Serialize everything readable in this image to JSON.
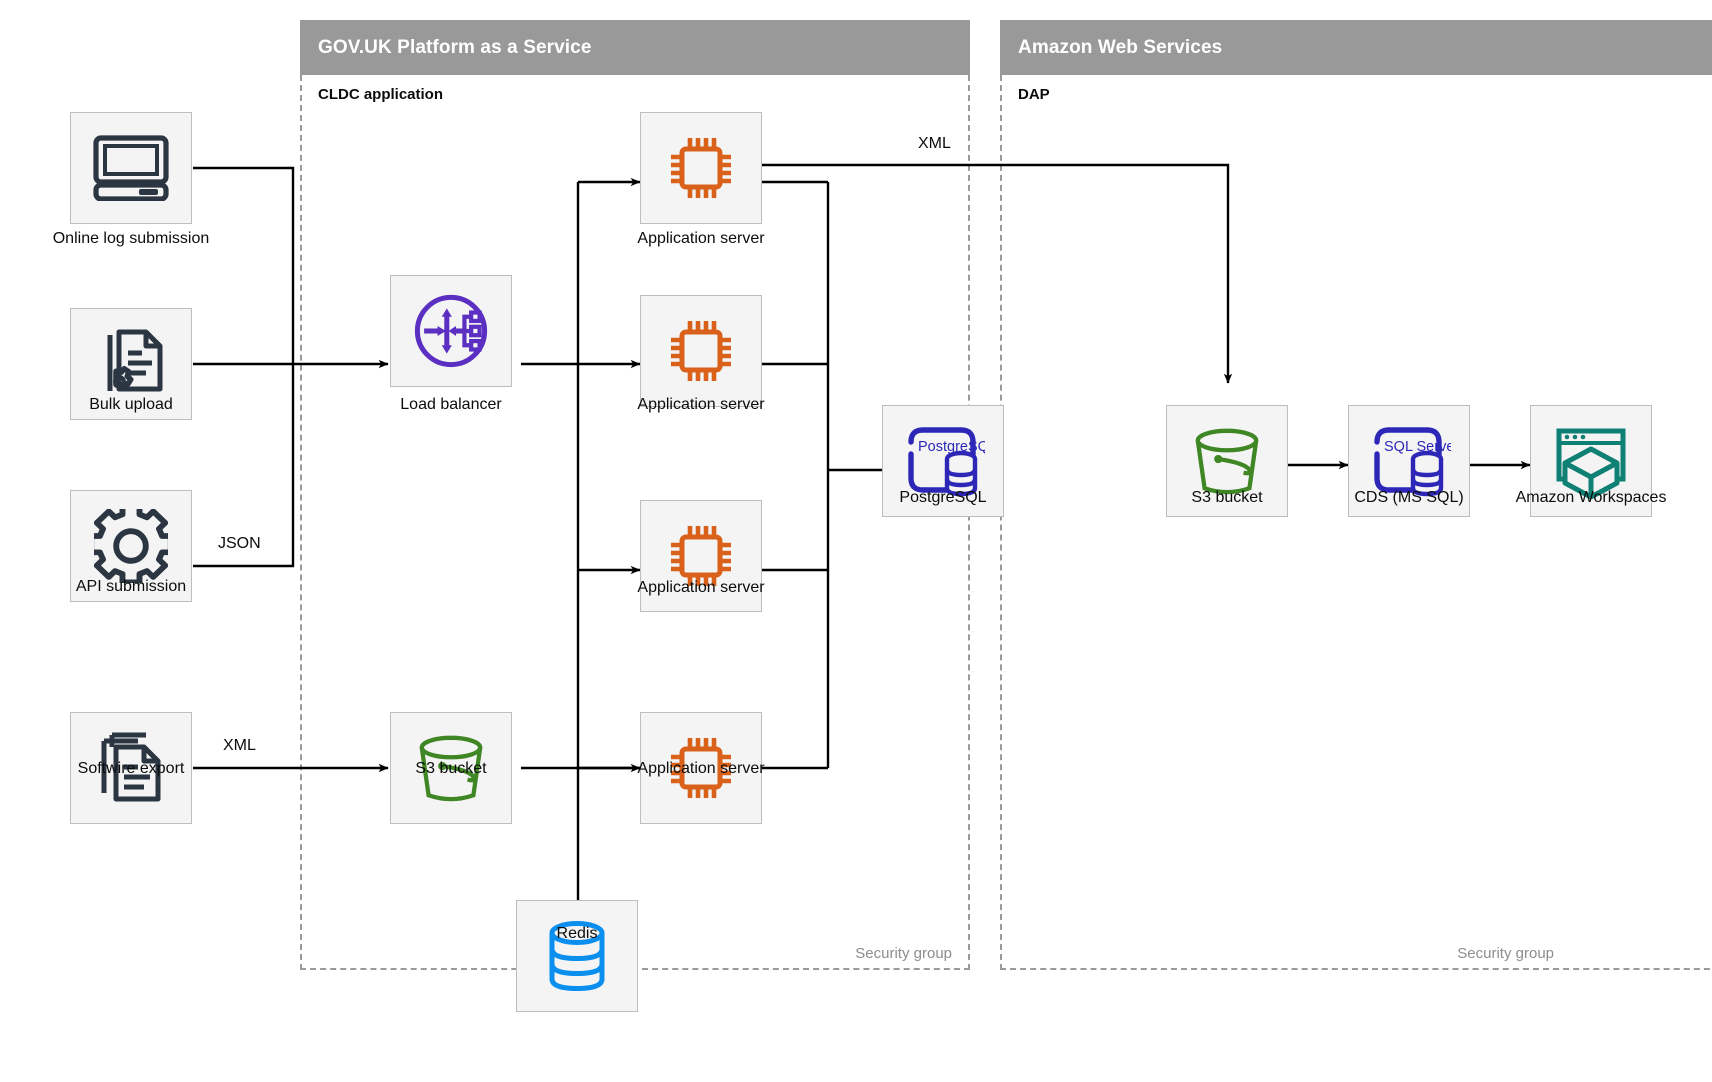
{
  "groups": [
    {
      "id": "paas",
      "title": "GOV.UK Platform as a Service",
      "sublabel": "CLDC application",
      "footlabel": "Security group"
    },
    {
      "id": "aws",
      "title": "Amazon Web Services",
      "sublabel": "DAP",
      "footlabel": "Security group"
    }
  ],
  "nodes": [
    {
      "id": "online-log-submission",
      "label": "Online log submission",
      "icon": "desktop-computer-icon",
      "color": "#2b3642"
    },
    {
      "id": "bulk-upload",
      "label": "Bulk upload",
      "icon": "document-gear-icon",
      "color": "#2b3642"
    },
    {
      "id": "api-submission",
      "label": "API submission",
      "icon": "gear-icon",
      "color": "#2b3642"
    },
    {
      "id": "softwire-export",
      "label": "Softwire export",
      "icon": "document-stack-icon",
      "color": "#2b3642"
    },
    {
      "id": "load-balancer",
      "label": "Load balancer",
      "icon": "load-balancer-icon",
      "color": "#5b2fc2"
    },
    {
      "id": "s3-bucket-paas",
      "label": "S3 bucket",
      "icon": "bucket-icon",
      "color": "#3f8624"
    },
    {
      "id": "redis",
      "label": "Redis",
      "icon": "database-icon",
      "color": "#0b8fee"
    },
    {
      "id": "app-server-1",
      "label": "Application server",
      "icon": "cpu-chip-icon",
      "color": "#d9611a"
    },
    {
      "id": "app-server-2",
      "label": "Application server",
      "icon": "cpu-chip-icon",
      "color": "#d9611a"
    },
    {
      "id": "app-server-3",
      "label": "Application server",
      "icon": "cpu-chip-icon",
      "color": "#d9611a"
    },
    {
      "id": "app-server-4",
      "label": "Application server",
      "icon": "cpu-chip-icon",
      "color": "#d9611a"
    },
    {
      "id": "postgresql",
      "label": "PostgreSQL",
      "icon": "postgresql-icon",
      "color": "#2d27b8",
      "badge": "PostgreSQL"
    },
    {
      "id": "s3-bucket-aws",
      "label": "S3 bucket",
      "icon": "bucket-icon",
      "color": "#3f8624"
    },
    {
      "id": "cds-ms-sql",
      "label": "CDS (MS SQL)",
      "icon": "sql-server-icon",
      "color": "#2d27b8",
      "badge": "SQL Server"
    },
    {
      "id": "amazon-workspaces",
      "label": "Amazon Workspaces",
      "icon": "workspaces-icon",
      "color": "#0e8074"
    }
  ],
  "edge_labels": [
    {
      "id": "json-label",
      "text": "JSON"
    },
    {
      "id": "xml-in-label",
      "text": "XML"
    },
    {
      "id": "xml-out-label",
      "text": "XML"
    }
  ],
  "colors": {
    "group_header": "#999999",
    "group_border": "#9a9a9a",
    "node_fill": "#f4f4f4",
    "node_border": "#bdbdbd",
    "edge": "#000000",
    "muted_text": "#8d8d8d"
  }
}
